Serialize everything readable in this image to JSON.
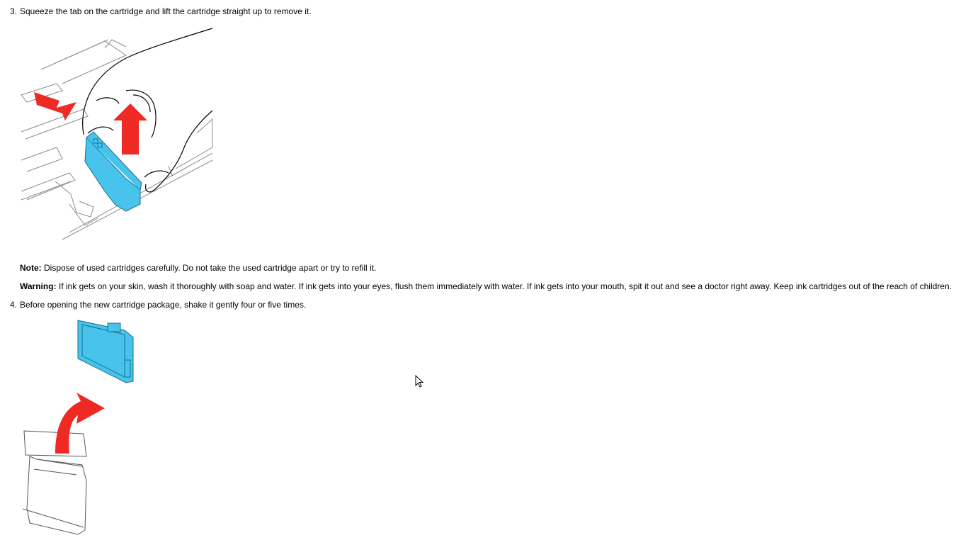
{
  "steps": [
    {
      "number": "3.",
      "text": "Squeeze the tab on the cartridge and lift the cartridge straight up to remove it."
    },
    {
      "number": "4.",
      "text": "Before opening the new cartridge package, shake it gently four or five times."
    }
  ],
  "note": {
    "label": "Note:",
    "text": "Dispose of used cartridges carefully. Do not take the used cartridge apart or try to refill it."
  },
  "warning": {
    "label": "Warning:",
    "text": "If ink gets on your skin, wash it thoroughly with soap and water. If ink gets into your eyes, flush them immediately with water. If ink gets into your mouth, spit it out and see a doctor right away. Keep ink cartridges out of the reach of children."
  },
  "illustrations": {
    "remove_cartridge": "remove-cartridge-illustration",
    "shake_cartridge": "shake-new-cartridge-illustration"
  },
  "colors": {
    "cartridge_blue": "#47c3ec",
    "arrow_red": "#ee2a24",
    "line": "#000000",
    "light_line": "#8a8a8a"
  }
}
